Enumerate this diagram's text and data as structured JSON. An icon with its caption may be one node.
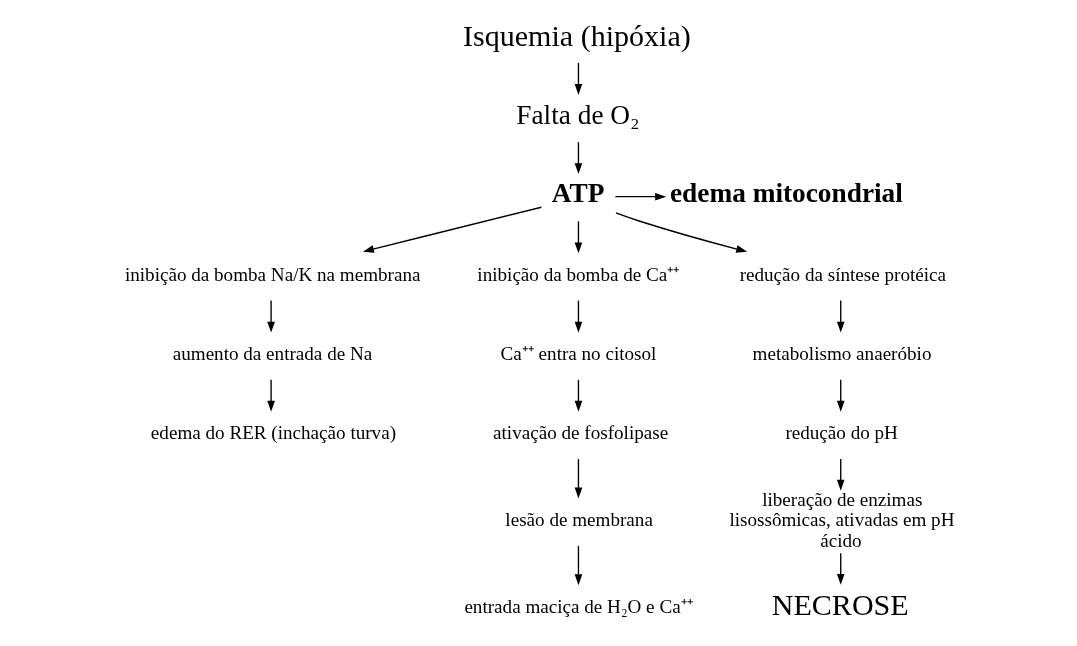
{
  "diagram": {
    "nodes": [
      {
        "text": [
          "Isquemia (hipóxia)"
        ]
      },
      {
        "text": [
          "Falta de O₂"
        ]
      },
      {
        "text": [
          "ATP"
        ]
      },
      {
        "text": [
          "edema mitocondrial"
        ]
      },
      {
        "text": [
          "inibição da bomba Na/K na membrana"
        ]
      },
      {
        "text": [
          "aumento da entrada de Na"
        ]
      },
      {
        "text": [
          "edema do RER (inchação turva)"
        ]
      },
      {
        "text": [
          "inibição da bomba de Ca⁺⁺"
        ]
      },
      {
        "text": [
          "Ca⁺⁺ entra no citosol"
        ]
      },
      {
        "text": [
          "ativação de fosfolipase"
        ]
      },
      {
        "text": [
          "lesão de membrana"
        ]
      },
      {
        "text": [
          "entrada maciça de H₂O e Ca⁺⁺"
        ]
      },
      {
        "text": [
          "redução da síntese protéica"
        ]
      },
      {
        "text": [
          "metabolismo anaeróbio"
        ]
      },
      {
        "text": [
          "redução do pH"
        ]
      },
      {
        "text": [
          "liberação de enzimas lisossômicas, ativadas em pH ácido"
        ]
      },
      {
        "text": [
          "NECROSE"
        ]
      }
    ],
    "edges": [
      {
        "from": 0,
        "to": 1,
        "arrow": "to"
      },
      {
        "from": 1,
        "to": 2,
        "arrow": "to"
      },
      {
        "from": 2,
        "to": 3,
        "arrow": "to"
      },
      {
        "from": 2,
        "to": 4,
        "arrow": "to"
      },
      {
        "from": 2,
        "to": 7,
        "arrow": "to"
      },
      {
        "from": 2,
        "to": 12,
        "arrow": "to"
      },
      {
        "from": 4,
        "to": 5,
        "arrow": "to"
      },
      {
        "from": 5,
        "to": 6,
        "arrow": "to"
      },
      {
        "from": 7,
        "to": 8,
        "arrow": "to"
      },
      {
        "from": 8,
        "to": 9,
        "arrow": "to"
      },
      {
        "from": 9,
        "to": 10,
        "arrow": "to"
      },
      {
        "from": 10,
        "to": 11,
        "arrow": "to"
      },
      {
        "from": 12,
        "to": 13,
        "arrow": "to"
      },
      {
        "from": 13,
        "to": 14,
        "arrow": "to"
      },
      {
        "from": 14,
        "to": 15,
        "arrow": "to"
      },
      {
        "from": 15,
        "to": 16,
        "arrow": "to"
      }
    ]
  }
}
